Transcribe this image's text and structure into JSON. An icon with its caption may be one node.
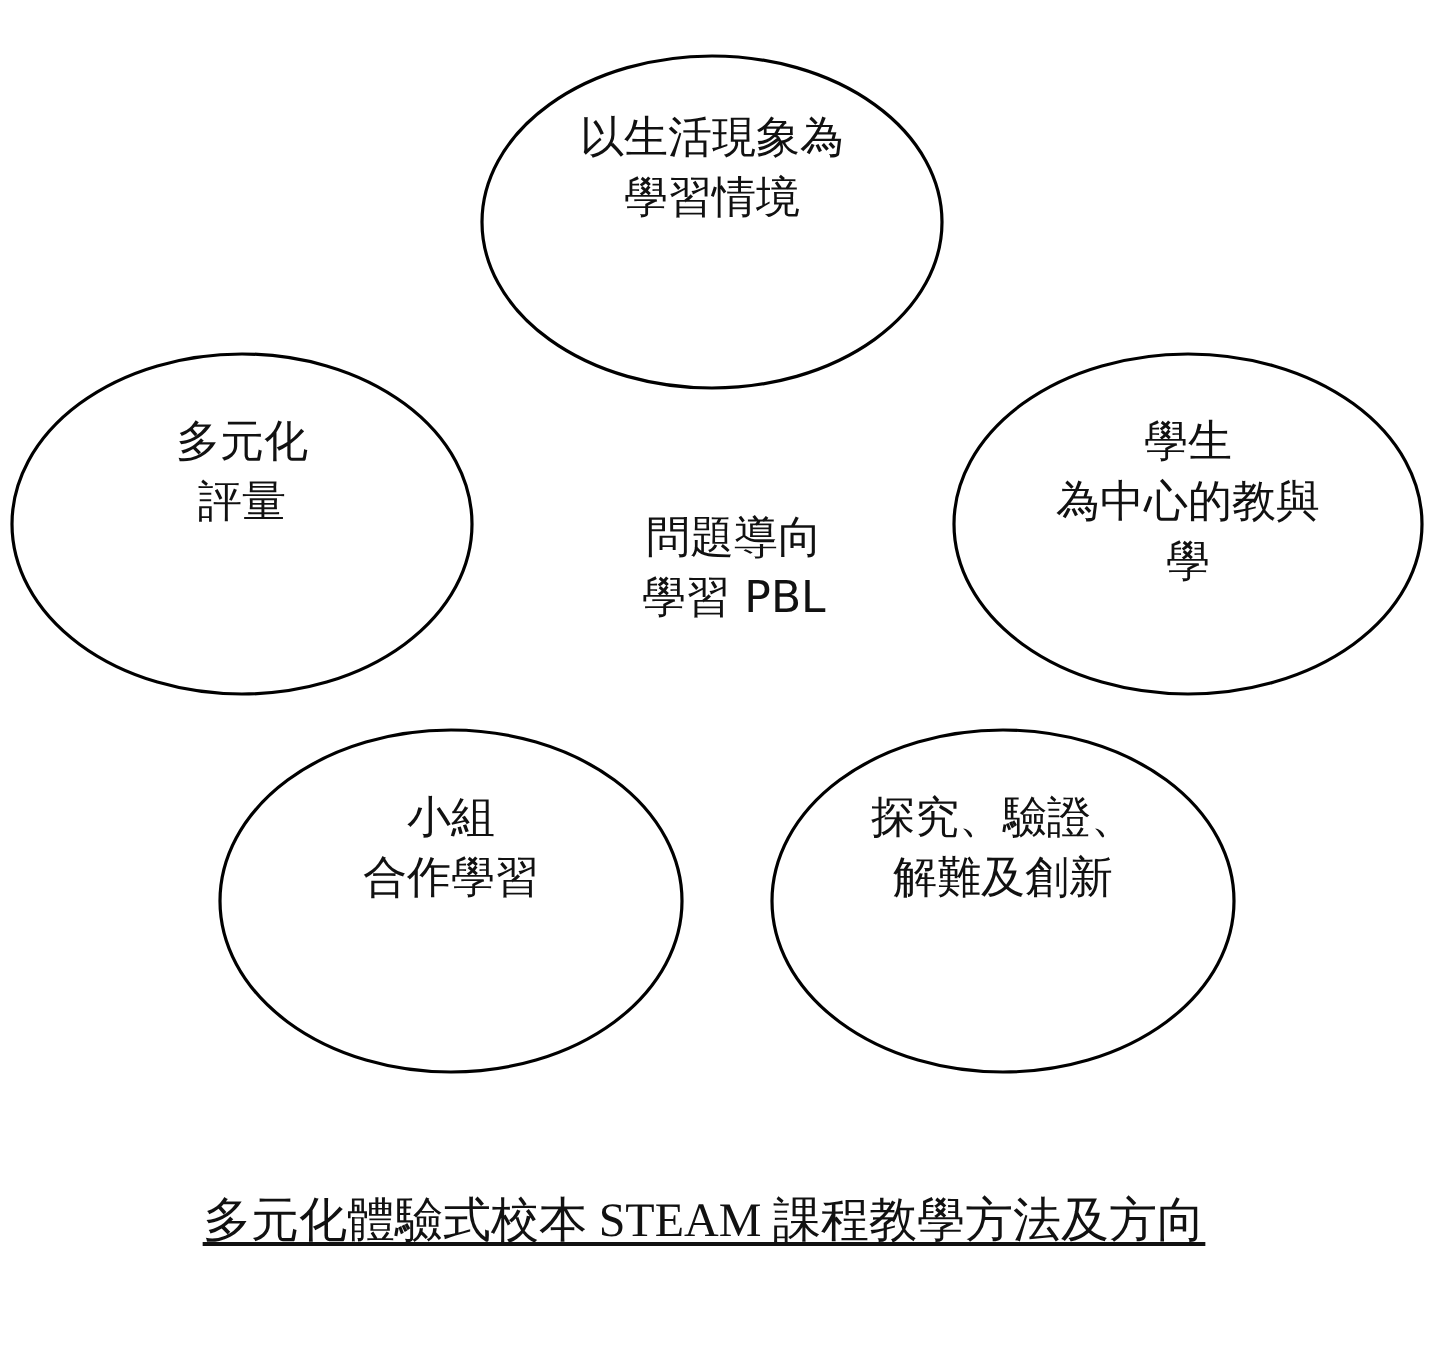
{
  "diagram": {
    "caption": "多元化體驗式校本 STEAM 課程教學方法及方向",
    "nodes": [
      {
        "text": [
          "以生活現象為學習情境"
        ]
      },
      {
        "text": [
          "多元化評量"
        ]
      },
      {
        "text": [
          "學生為中心的教與學"
        ]
      },
      {
        "text": [
          "小組合作學習"
        ]
      },
      {
        "text": [
          "探究、驗證、解難及創新"
        ]
      }
    ],
    "edges": [],
    "labels": [
      "問題導向學習 PBL"
    ]
  }
}
